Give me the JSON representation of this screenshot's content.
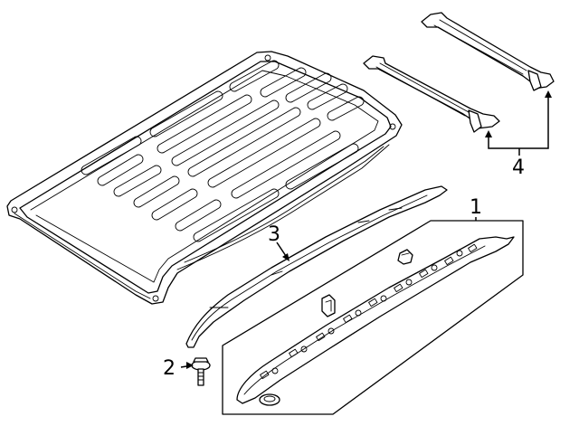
{
  "callouts": [
    {
      "number": "1",
      "part": "roof-rail-assembly"
    },
    {
      "number": "2",
      "part": "bolt"
    },
    {
      "number": "3",
      "part": "roof-rail"
    },
    {
      "number": "4",
      "part": "crossbars"
    }
  ],
  "colors": {
    "line": "#000000",
    "background": "#ffffff"
  }
}
